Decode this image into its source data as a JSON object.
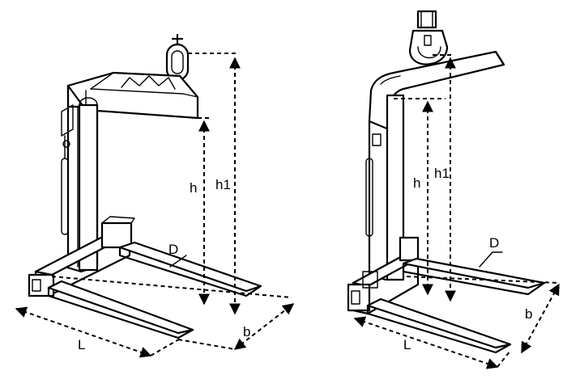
{
  "diagram": {
    "left_view": {
      "labels": {
        "h": "h",
        "h1": "h1",
        "D": "D",
        "L": "L",
        "b": "b"
      }
    },
    "right_view": {
      "labels": {
        "h": "h",
        "h1": "h1",
        "D": "D",
        "L": "L",
        "b": "b"
      }
    }
  }
}
